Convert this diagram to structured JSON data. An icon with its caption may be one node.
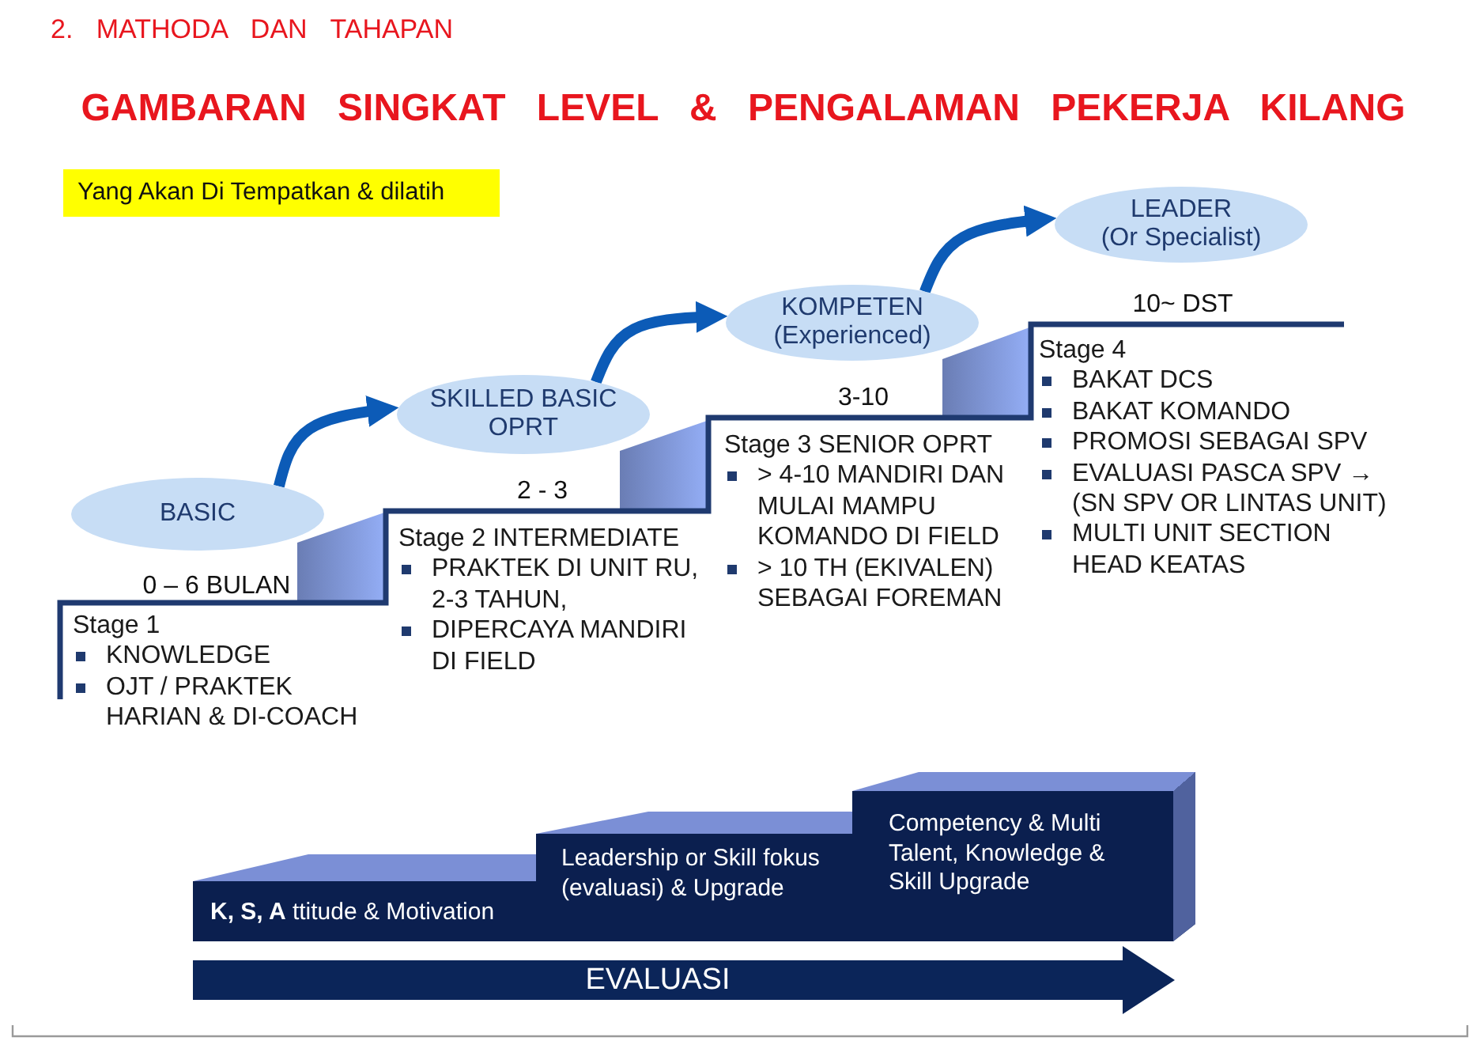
{
  "diagram": {
    "title": "GAMBARAN SINGKAT LEVEL & PENGALAMAN PEKERJA KILANG",
    "nodes": [
      {
        "text": [
          "Yang Akan Di Tempatkan & dilatih"
        ]
      },
      {
        "text": [
          "BASIC"
        ]
      },
      {
        "text": [
          "SKILLED BASIC OPRT"
        ]
      },
      {
        "text": [
          "KOMPETEN",
          "(Experienced)"
        ]
      },
      {
        "text": [
          "LEADER",
          "(Or Specialist)"
        ]
      },
      {
        "text": [
          "**K, S, A** ttitude & Motivation"
        ]
      },
      {
        "text": [
          "Leadership or Skill fokus (evaluasi) & Upgrade"
        ]
      },
      {
        "text": [
          "Competency & Multi Talent, Knowledge & Skill Upgrade"
        ]
      },
      {
        "text": [
          "EVALUASI"
        ]
      }
    ],
    "edges": [
      {
        "from": 1,
        "to": 2,
        "arrow": "to"
      },
      {
        "from": 2,
        "to": 3,
        "arrow": "to"
      },
      {
        "from": 3,
        "to": 4,
        "arrow": "to"
      }
    ],
    "labels": [
      "2. MATHODA DAN TAHAPAN",
      "0 – 6 BULAN",
      "Stage 1",
      "KNOWLEDGE",
      "OJT / PRAKTEK HARIAN & DI-COACH",
      "2 - 3",
      "Stage 2 INTERMEDIATE",
      "PRAKTEK DI UNIT RU, 2-3 TAHUN,",
      "DIPERCAYA MANDIRI DI FIELD",
      "3-10",
      "Stage 3 SENIOR OPRT",
      "> 4-10 MANDIRI DAN MULAI MAMPU KOMANDO DI FIELD",
      "> 10 TH (EKIVALEN) SEBAGAI FOREMAN",
      "10~ DST",
      "Stage 4",
      "BAKAT DCS",
      "BAKAT KOMANDO",
      "PROMOSI SEBAGAI SPV",
      "EVALUASI PASCA SPV → (SN SPV OR LINTAS UNIT)",
      "MULTI UNIT SECTION HEAD KEATAS"
    ]
  }
}
